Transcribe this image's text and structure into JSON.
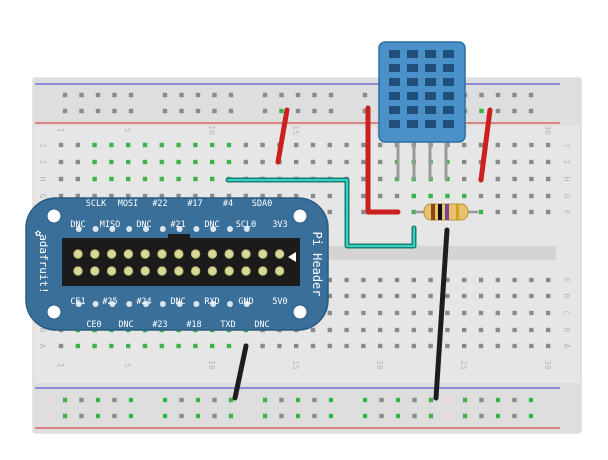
{
  "colors": {
    "board": "#e6e6e6",
    "board_edge": "#cfcfcf",
    "rail_red": "#d22b2b",
    "rail_blue": "#3a3ad6",
    "hole": "#8a8a8a",
    "hole_lit": "#3cb44b",
    "label": "#b9b9b9",
    "cobbler": "#3a6f9a",
    "cobbler_edge": "#2a5a82",
    "pin": "#d8d89a",
    "sensor": "#4a90c9",
    "sensor_dark": "#1f4f7a",
    "wire_red": "#cc1f1f",
    "wire_black": "#1d1d1d",
    "wire_teal": "#2fb7a9",
    "resistor_body": "#e8c36a"
  },
  "breadboard": {
    "row_letters_top": [
      "J",
      "I",
      "H",
      "G",
      "F"
    ],
    "row_letters_bottom": [
      "E",
      "D",
      "C",
      "B",
      "A"
    ],
    "column_numbers": [
      "1",
      "5",
      "10",
      "15",
      "20",
      "25",
      "30"
    ]
  },
  "cobbler": {
    "brand": "adafruit!",
    "title": "Pi Header",
    "top_labels_outer": [
      "SCLK",
      "MOSI",
      "#22",
      "#17",
      "#4",
      "SDA0"
    ],
    "top_labels_inner": [
      "DNC",
      "MISO",
      "DNC",
      "#21",
      "DNC",
      "SCL0",
      "3V3"
    ],
    "bottom_labels_inner": [
      "CE1",
      "#25",
      "#24",
      "DNC",
      "RXD",
      "GND",
      "5V0"
    ],
    "bottom_labels_outer": [
      "CE0",
      "DNC",
      "#23",
      "#18",
      "TXD",
      "DNC"
    ]
  }
}
